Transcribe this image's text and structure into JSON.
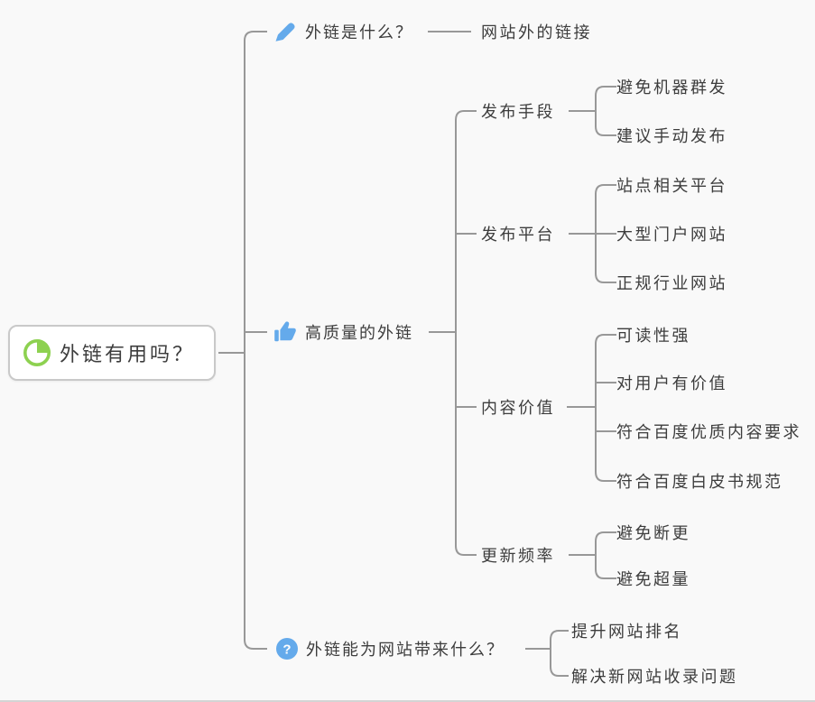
{
  "app": {
    "type": "mindmap-canvas"
  },
  "colors": {
    "background": "#f9f9f9",
    "connector_line": "#989898",
    "text": "#3d3d3d",
    "root_node_border": "#c9c9c9",
    "root_node_fill": "#ffffff",
    "accent_blue": "#64aaeb",
    "accent_green": "#8dd150"
  },
  "icons": {
    "root_icon": "pie-progress-icon",
    "branch1_icon": "pencil-icon",
    "branch2_icon": "thumbs-up-icon",
    "branch3_icon": "question-icon",
    "question_glyph": "?"
  },
  "mindmap": {
    "root": {
      "label": "外链有用吗？"
    },
    "branches": [
      {
        "label": "外链是什么？",
        "children": [
          {
            "label": "网站外的链接"
          }
        ]
      },
      {
        "label": "高质量的外链",
        "subtopics": [
          {
            "label": "发布手段",
            "children": [
              {
                "label": "避免机器群发"
              },
              {
                "label": "建议手动发布"
              }
            ]
          },
          {
            "label": "发布平台",
            "children": [
              {
                "label": "站点相关平台"
              },
              {
                "label": "大型门户网站"
              },
              {
                "label": "正规行业网站"
              }
            ]
          },
          {
            "label": "内容价值",
            "children": [
              {
                "label": "可读性强"
              },
              {
                "label": "对用户有价值"
              },
              {
                "label": "符合百度优质内容要求"
              },
              {
                "label": "符合百度白皮书规范"
              }
            ]
          },
          {
            "label": "更新频率",
            "children": [
              {
                "label": "避免断更"
              },
              {
                "label": "避免超量"
              }
            ]
          }
        ]
      },
      {
        "label": "外链能为网站带来什么？",
        "children": [
          {
            "label": "提升网站排名"
          },
          {
            "label": "解决新网站收录问题"
          }
        ]
      }
    ]
  }
}
